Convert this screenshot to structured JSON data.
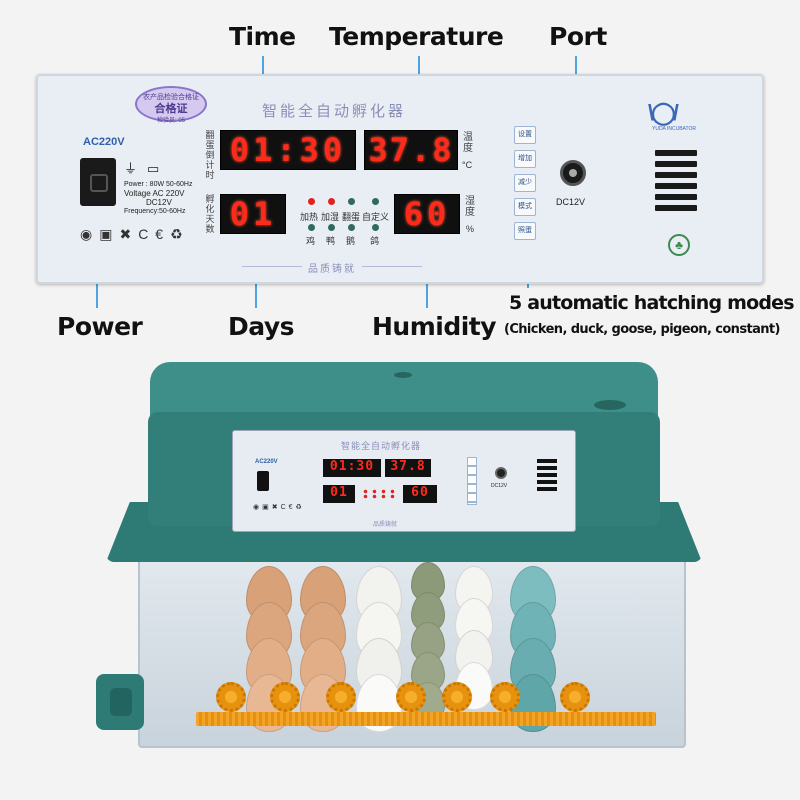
{
  "callouts": {
    "time": "Time",
    "temperature": "Temperature",
    "port": "Port",
    "power": "Power",
    "days": "Days",
    "humidity": "Humidity",
    "modes": "5 automatic hatching modes",
    "modes_detail": "(Chicken, duck, goose, pigeon, constant)"
  },
  "panel": {
    "seal_top": "农产品检验合格证",
    "seal_main": "合格证",
    "seal_bottom": "检验员: 05",
    "brand_cn": "智能全自动孵化器",
    "quality_cn": "品质铸就",
    "ac_label": "AC220V",
    "power_spec": "Power : 80W 50-60Hz",
    "voltage_spec": "Voltage AC 220V",
    "dc_spec": "DC12V",
    "frequency_spec": "Frequency:50-60Hz",
    "time_value": "01:30",
    "temperature_value": "37.8",
    "days_value": "01",
    "humidity_value": "60",
    "time_side_label": "翻蛋倒计时",
    "days_side_label": "孵化天数",
    "temp_label": "温度",
    "temp_unit": "°C",
    "humidity_label": "湿度",
    "humidity_unit": "%",
    "indicators_top": [
      "加热",
      "加湿",
      "翻蛋",
      "自定义"
    ],
    "indicators_bottom": [
      "鸡",
      "鸭",
      "鹅",
      "鸽"
    ],
    "buttons": [
      "设置",
      "增加",
      "减少",
      "模式",
      "照蛋"
    ],
    "dc_label": "DC12V",
    "logo_sub": "YUDA INCUBATOR"
  },
  "incubator": {
    "brand_cn": "智能全自动孵化器",
    "quality_cn": "品质铸就",
    "ac_label": "AC220V",
    "time_value": "01:30",
    "temperature_value": "37.8",
    "days_value": "01",
    "humidity_value": "60",
    "dc_label": "DC12V"
  },
  "colors": {
    "accent_leader": "#4ea3e0",
    "display_red": "#ff2a1a",
    "incubator_teal": "#327f79"
  }
}
